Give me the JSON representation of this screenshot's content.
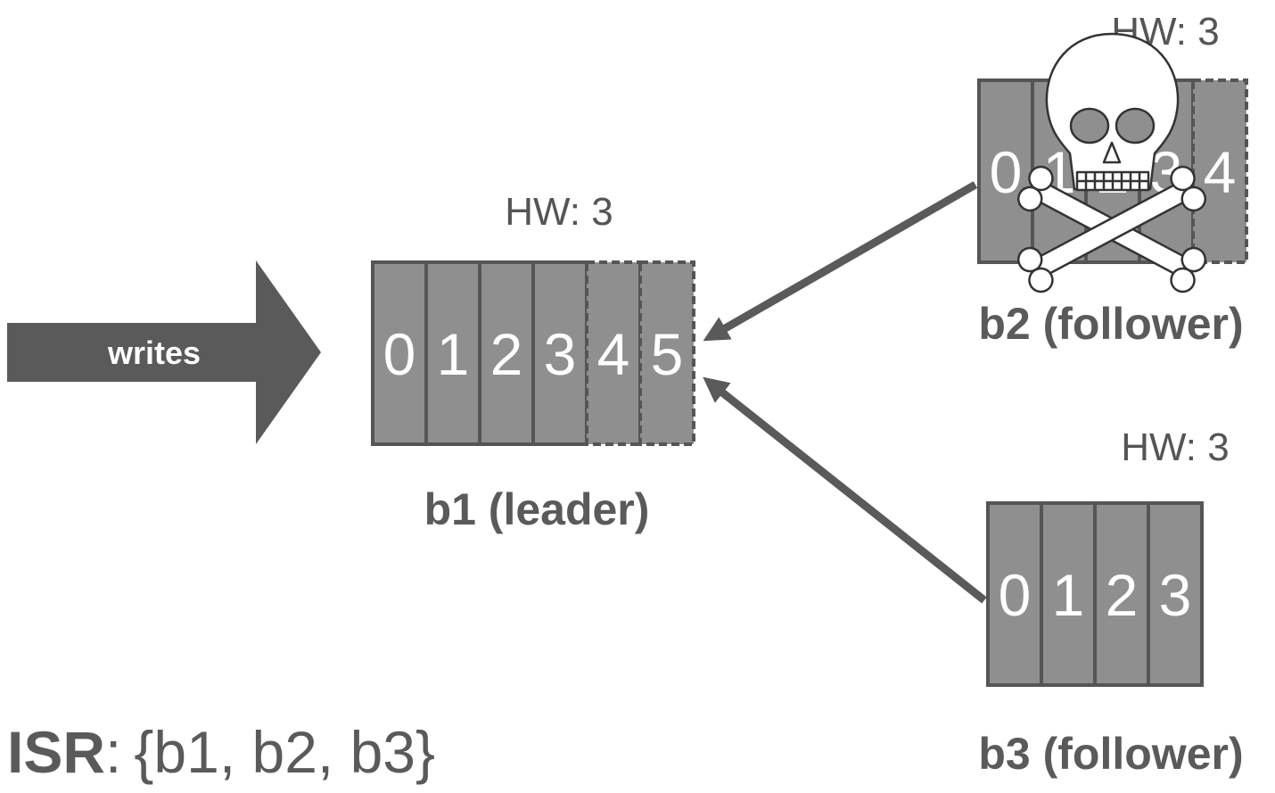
{
  "colors": {
    "cell_fill": "#8f8f8f",
    "cell_stroke": "#555555",
    "dark": "#5a5a5a",
    "text_white": "#ffffff",
    "hw_text": "#555555",
    "skull_fill": "#ffffff",
    "skull_stroke": "#333333"
  },
  "writes_arrow": {
    "label": "writes"
  },
  "brokers": {
    "b1": {
      "label": "b1 (leader)",
      "hw": "HW: 3",
      "cells": [
        {
          "value": "0",
          "committed": true
        },
        {
          "value": "1",
          "committed": true
        },
        {
          "value": "2",
          "committed": true
        },
        {
          "value": "3",
          "committed": true
        },
        {
          "value": "4",
          "committed": false
        },
        {
          "value": "5",
          "committed": false
        }
      ]
    },
    "b2": {
      "label": "b2 (follower)",
      "hw": "HW: 3",
      "dead": true,
      "dead_icon": "skull-and-crossbones-icon",
      "cells": [
        {
          "value": "0",
          "committed": true
        },
        {
          "value": "1",
          "committed": true
        },
        {
          "value": "2",
          "committed": true
        },
        {
          "value": "3",
          "committed": true
        },
        {
          "value": "4",
          "committed": false
        }
      ]
    },
    "b3": {
      "label": "b3 (follower)",
      "hw": "HW: 3",
      "cells": [
        {
          "value": "0",
          "committed": true
        },
        {
          "value": "1",
          "committed": true
        },
        {
          "value": "2",
          "committed": true
        },
        {
          "value": "3",
          "committed": true
        }
      ]
    }
  },
  "isr": {
    "label": "ISR",
    "separator": ":",
    "members": "{b1, b2, b3}"
  }
}
